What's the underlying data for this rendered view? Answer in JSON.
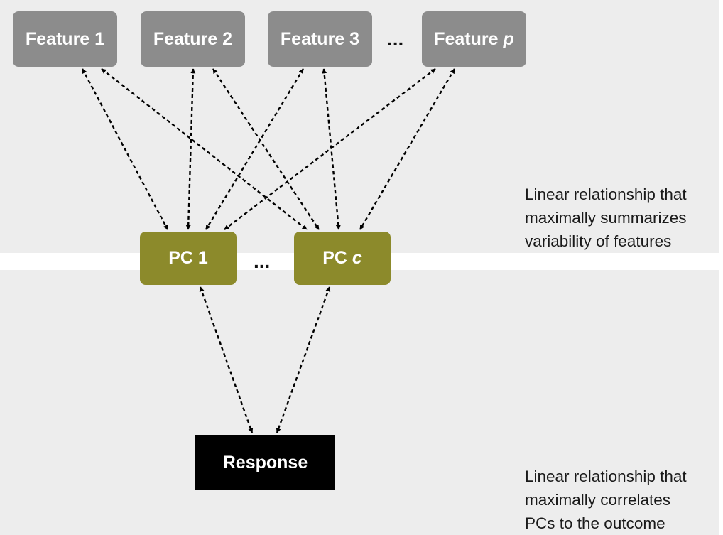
{
  "features": [
    {
      "text": "Feature 1",
      "var": ""
    },
    {
      "text": "Feature 2",
      "var": ""
    },
    {
      "text": "Feature 3",
      "var": ""
    },
    {
      "text": "Feature ",
      "var": "p"
    }
  ],
  "feature_ellipsis": "...",
  "pcs": [
    {
      "text": "PC 1",
      "var": ""
    },
    {
      "text": "PC ",
      "var": "c"
    }
  ],
  "pc_ellipsis": "...",
  "response": "Response",
  "note_top": [
    "Linear relationship that",
    "maximally summarizes",
    "variability of features"
  ],
  "note_bottom": [
    "Linear relationship that",
    "maximally correlates",
    "PCs to the outcome"
  ],
  "colors": {
    "band": "#ededed",
    "feature": "#8c8c8c",
    "pc": "#8c8a2b",
    "response": "#000000",
    "edge": "#000000"
  }
}
